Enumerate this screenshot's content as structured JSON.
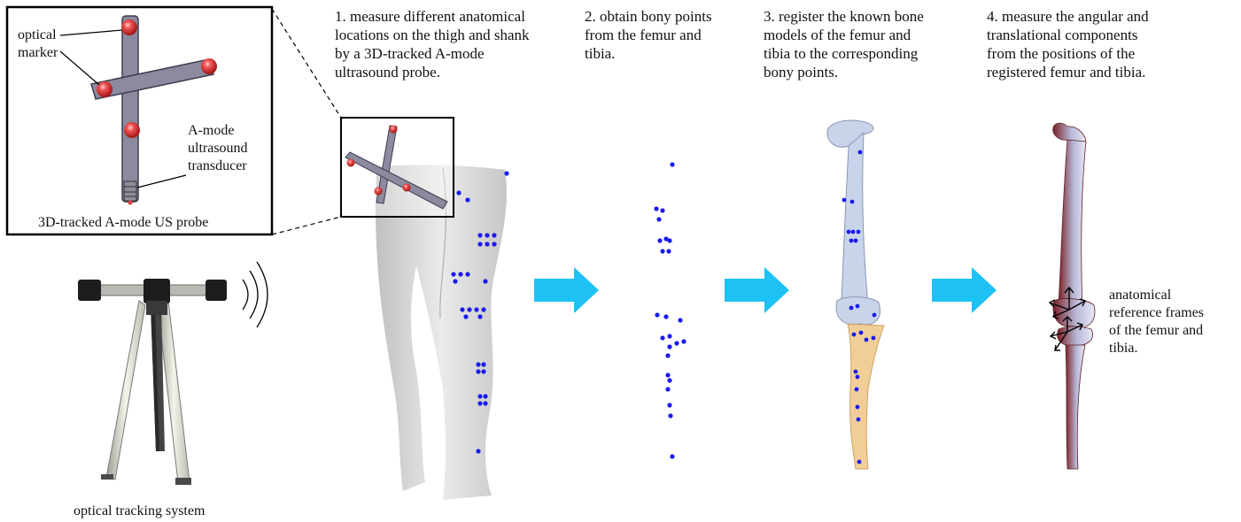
{
  "probe_panel": {
    "optical_marker_label": [
      "optical",
      "marker"
    ],
    "transducer_label": [
      "A-mode",
      "ultrasound",
      "transducer"
    ],
    "caption": "3D-tracked A-mode US probe"
  },
  "tracking_system": {
    "caption": "optical tracking system"
  },
  "steps": [
    {
      "lines": [
        "1. measure different anatomical",
        "locations on the thigh and shank",
        "by a 3D-tracked A-mode",
        "ultrasound probe."
      ]
    },
    {
      "lines": [
        "2. obtain bony points",
        "from the femur and",
        "tibia."
      ]
    },
    {
      "lines": [
        "3. register the known bone",
        "models of the femur and",
        "tibia to the corresponding",
        "bony points."
      ]
    },
    {
      "lines": [
        "4. measure the angular and",
        "translational components",
        "from the positions of the",
        "registered femur and tibia."
      ]
    }
  ],
  "reference_frames_label": [
    "anatomical",
    "reference frames",
    "of the femur and",
    "tibia."
  ],
  "colors": {
    "arrow": "#1ec1f4",
    "points": "#1a1aee",
    "marker": "#e23b3b",
    "femur": "#c8d4ea",
    "tibia": "#f0c98c",
    "leg": "#d9d9d9"
  }
}
